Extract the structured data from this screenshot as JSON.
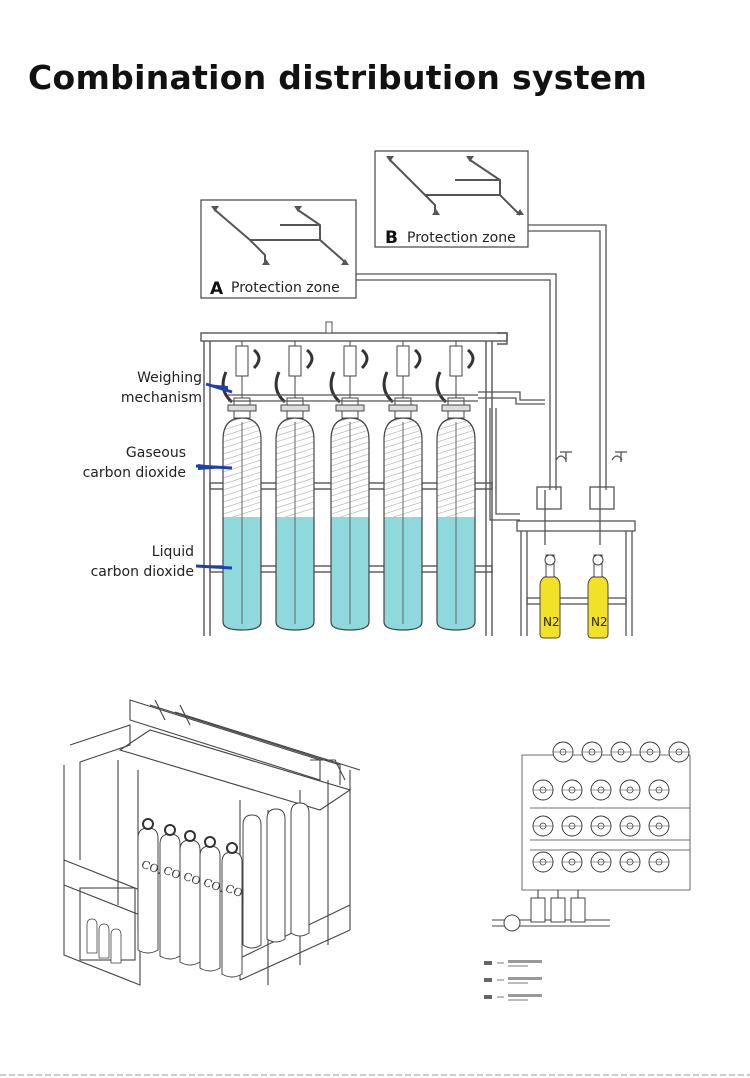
{
  "title": "Combination distribution system",
  "zones": {
    "a": {
      "letter": "A",
      "label": "Protection zone"
    },
    "b": {
      "letter": "B",
      "label": "Protection zone"
    }
  },
  "callouts": {
    "weighing_line1": "Weighing",
    "weighing_line2": "mechanism",
    "gaseous_line1": "Gaseous",
    "gaseous_line2": "carbon dioxide",
    "liquid_line1": "Liquid",
    "liquid_line2": "carbon dioxide"
  },
  "nitrogen_label": "N2",
  "cylinder_label": "CO2",
  "colors": {
    "liquid": "#8fd8dc",
    "nitrogen": "#f2e227",
    "pointer": "#1e3fae",
    "line": "#333333"
  }
}
